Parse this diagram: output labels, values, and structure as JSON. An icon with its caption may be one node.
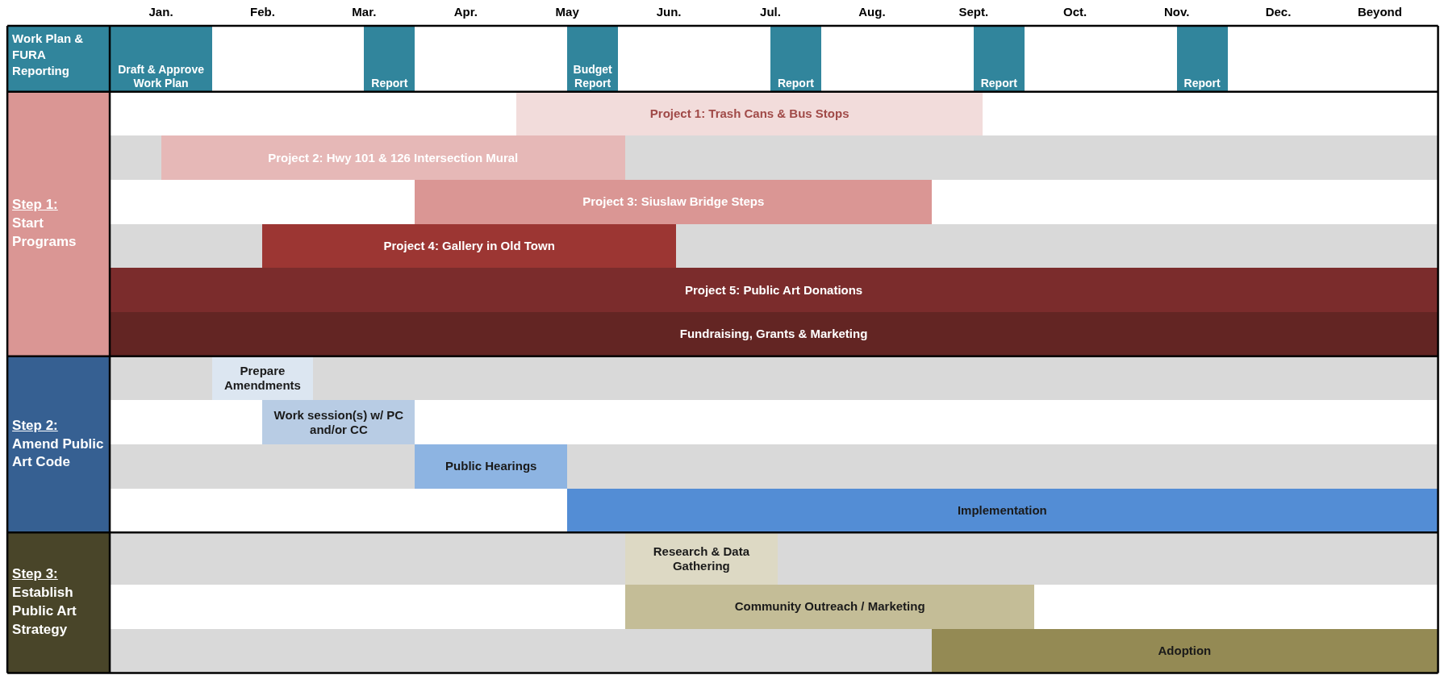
{
  "diagram": {
    "nodes": [
      {
        "text": [
          "Work Plan & FURA Reporting"
        ]
      },
      {
        "text": [
          "Draft & Approve Work Plan"
        ]
      },
      {
        "text": [
          "Report"
        ]
      },
      {
        "text": [
          "Budget Report"
        ]
      },
      {
        "text": [
          "Report"
        ]
      },
      {
        "text": [
          "Report"
        ]
      },
      {
        "text": [
          "Report"
        ]
      },
      {
        "text": [
          "Step 1:",
          "Start Programs"
        ]
      },
      {
        "text": [
          "Project 1: Trash Cans & Bus Stops"
        ]
      },
      {
        "text": [
          "Project 2: Hwy 101 & 126 Intersection Mural"
        ]
      },
      {
        "text": [
          "Project 3: Siuslaw Bridge Steps"
        ]
      },
      {
        "text": [
          "Project 4: Gallery in Old Town"
        ]
      },
      {
        "text": [
          "Project 5: Public Art Donations"
        ]
      },
      {
        "text": [
          "Fundraising, Grants & Marketing"
        ]
      },
      {
        "text": [
          "Step 2:",
          "Amend Public Art Code"
        ]
      },
      {
        "text": [
          "Prepare Amendments"
        ]
      },
      {
        "text": [
          "Work session(s) w/ PC and/or CC"
        ]
      },
      {
        "text": [
          "Public Hearings"
        ]
      },
      {
        "text": [
          "Implementation"
        ]
      },
      {
        "text": [
          "Step 3:",
          "Establish Public Art Strategy"
        ]
      },
      {
        "text": [
          "Research & Data Gathering"
        ]
      },
      {
        "text": [
          "Community Outreach / Marketing"
        ]
      },
      {
        "text": [
          "Adoption"
        ]
      }
    ],
    "labels": [
      "Jan.",
      "Feb.",
      "Mar.",
      "Apr.",
      "May",
      "Jun.",
      "Jul.",
      "Aug.",
      "Sept.",
      "Oct.",
      "Nov.",
      "Dec.",
      "Beyond"
    ]
  }
}
